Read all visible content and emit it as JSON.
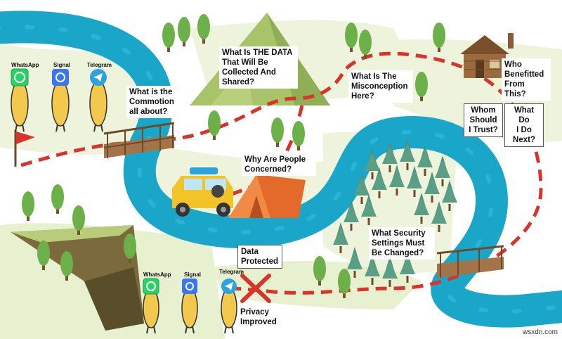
{
  "labels": {
    "commotion": "What is the\nCommotion\nall about?",
    "the_data": "What Is THE DATA\nThat Will Be\nCollected And\nShared?",
    "misconception": "What Is The\nMisconception\nHere?",
    "who_benefitted": "Who\nBenefitted\nFrom This?",
    "whom_trust": "Whom\nShould\nI Trust?",
    "what_next": "What Do\nI Do\nNext?",
    "concerned": "Why Are People\nConcerned?",
    "security_settings": "What Security\nSettings Must\nBe Changed?",
    "data_protected": "Data\nProtected",
    "privacy_improved": "Privacy\nImproved"
  },
  "apps": {
    "top": [
      "WhatsApp",
      "Signal",
      "Telegram"
    ],
    "bottom": [
      "WhatsApp",
      "Signal",
      "Telegram"
    ]
  },
  "icons": [
    "whatsapp-icon",
    "signal-icon",
    "telegram-icon",
    "red-flag-icon",
    "tent-icon",
    "car-icon",
    "cabin-icon",
    "bridge-icon",
    "red-x-icon",
    "tree-icon"
  ],
  "colors": {
    "river": "#1aa6c8",
    "grass": "#e7f0cf",
    "path": "#d8342b",
    "mountain": "#a9c36b",
    "tree": "#6cb04a",
    "pine": "#4f8f7a",
    "tent": "#e46a2c",
    "car": "#f3c427",
    "whatsapp": "#25d366",
    "signal": "#3a76f0",
    "telegram": "#2aa3e0",
    "character": "#f2c94c"
  },
  "watermark": "wsxdn.com"
}
